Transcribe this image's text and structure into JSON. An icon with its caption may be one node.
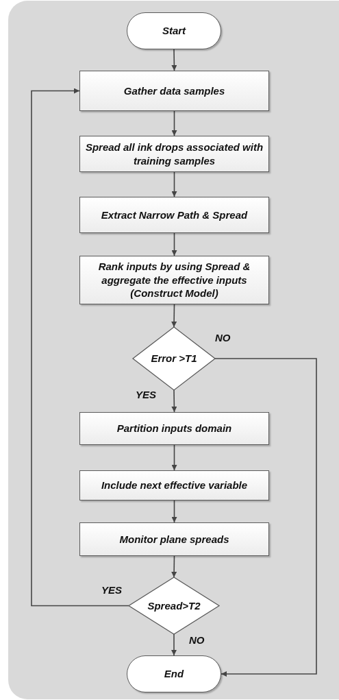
{
  "diagram": {
    "nodes": [
      {
        "text": [
          "Start"
        ]
      },
      {
        "text": [
          "Gather data samples"
        ]
      },
      {
        "text": [
          "Spread all ink drops associated with training samples"
        ]
      },
      {
        "text": [
          "Extract Narrow Path & Spread"
        ]
      },
      {
        "text": [
          "Rank inputs by using Spread & aggregate the effective inputs (Construct Model)"
        ]
      },
      {
        "text": [
          "Error >T1"
        ]
      },
      {
        "text": [
          "Partition inputs domain"
        ]
      },
      {
        "text": [
          "Include next effective variable"
        ]
      },
      {
        "text": [
          "Monitor plane spreads"
        ]
      },
      {
        "text": [
          "Spread>T2"
        ]
      },
      {
        "text": [
          "End"
        ]
      }
    ],
    "edges": [
      {
        "from": 0,
        "to": 1,
        "arrow": "to"
      },
      {
        "from": 1,
        "to": 2,
        "arrow": "to"
      },
      {
        "from": 2,
        "to": 3,
        "arrow": "to"
      },
      {
        "from": 3,
        "to": 4,
        "arrow": "to"
      },
      {
        "from": 4,
        "to": 5,
        "arrow": "to"
      },
      {
        "from": 5,
        "to": 6,
        "arrow": "to",
        "label": "YES"
      },
      {
        "from": 5,
        "to": 10,
        "arrow": "to",
        "label": "NO"
      },
      {
        "from": 6,
        "to": 7,
        "arrow": "to"
      },
      {
        "from": 7,
        "to": 8,
        "arrow": "to"
      },
      {
        "from": 8,
        "to": 9,
        "arrow": "to"
      },
      {
        "from": 9,
        "to": 1,
        "arrow": "to",
        "label": "YES"
      },
      {
        "from": 9,
        "to": 10,
        "arrow": "to",
        "label": "NO"
      }
    ]
  }
}
